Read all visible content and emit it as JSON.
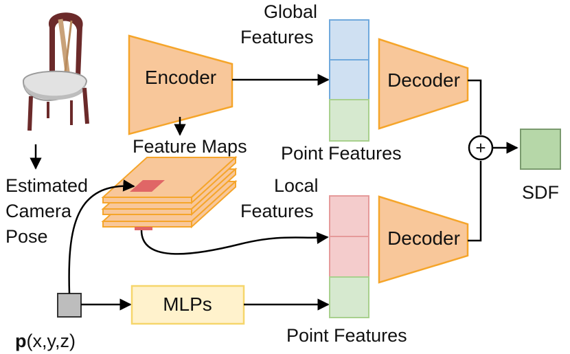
{
  "labels": {
    "encoder": "Encoder",
    "decoder_top": "Decoder",
    "decoder_bottom": "Decoder",
    "mlps": "MLPs",
    "sdf": "SDF",
    "global_features_line1": "Global",
    "global_features_line2": "Features",
    "local_features_line1": "Local",
    "local_features_line2": "Features",
    "point_features_top": "Point Features",
    "point_features_bottom": "Point Features",
    "feature_maps": "Feature Maps",
    "camera_pose_line1": "Estimated",
    "camera_pose_line2": "Camera",
    "camera_pose_line3": "Pose",
    "point_bold": "p",
    "point_rest": "(x,y,z)",
    "plus": "+"
  },
  "colors": {
    "orange_fill": "#f8c79a",
    "orange_stroke": "#f5a52a",
    "blue_fill": "#cfe0f2",
    "blue_stroke": "#6fa8dc",
    "green_fill": "#d6e9cf",
    "green_stroke": "#a8d08d",
    "red_fill": "#f4cccc",
    "red_stroke": "#e59a9a",
    "yellow_fill": "#fff2cc",
    "yellow_stroke": "#f6d66b",
    "sdf_fill": "#b6d7a8",
    "sdf_stroke": "#7a9a6e",
    "patch_red": "#e06666",
    "gray_point": "#bdbdbd"
  },
  "icons": {
    "chair": "chair-icon"
  }
}
